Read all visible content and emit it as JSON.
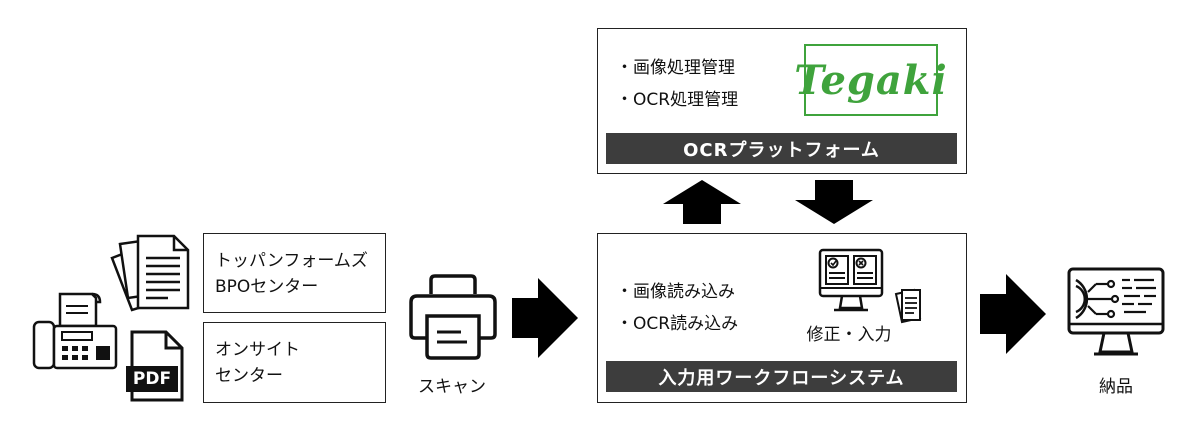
{
  "sources": {
    "center1": "トッパンフォームズ\nBPOセンター",
    "center2": "オンサイト\nセンター",
    "pdf_label": "PDF"
  },
  "scan": {
    "label": "スキャン"
  },
  "ocr_platform": {
    "items": [
      "・画像処理管理",
      "・OCR処理管理"
    ],
    "logo_text": "Tegaki",
    "bar_label": "OCRプラットフォーム",
    "logo_color": "#3fa33c"
  },
  "workflow": {
    "items": [
      "・画像読み込み",
      "・OCR読み込み"
    ],
    "correction_label": "修正・入力",
    "bar_label": "入力用ワークフローシステム"
  },
  "delivery": {
    "label": "納品"
  }
}
